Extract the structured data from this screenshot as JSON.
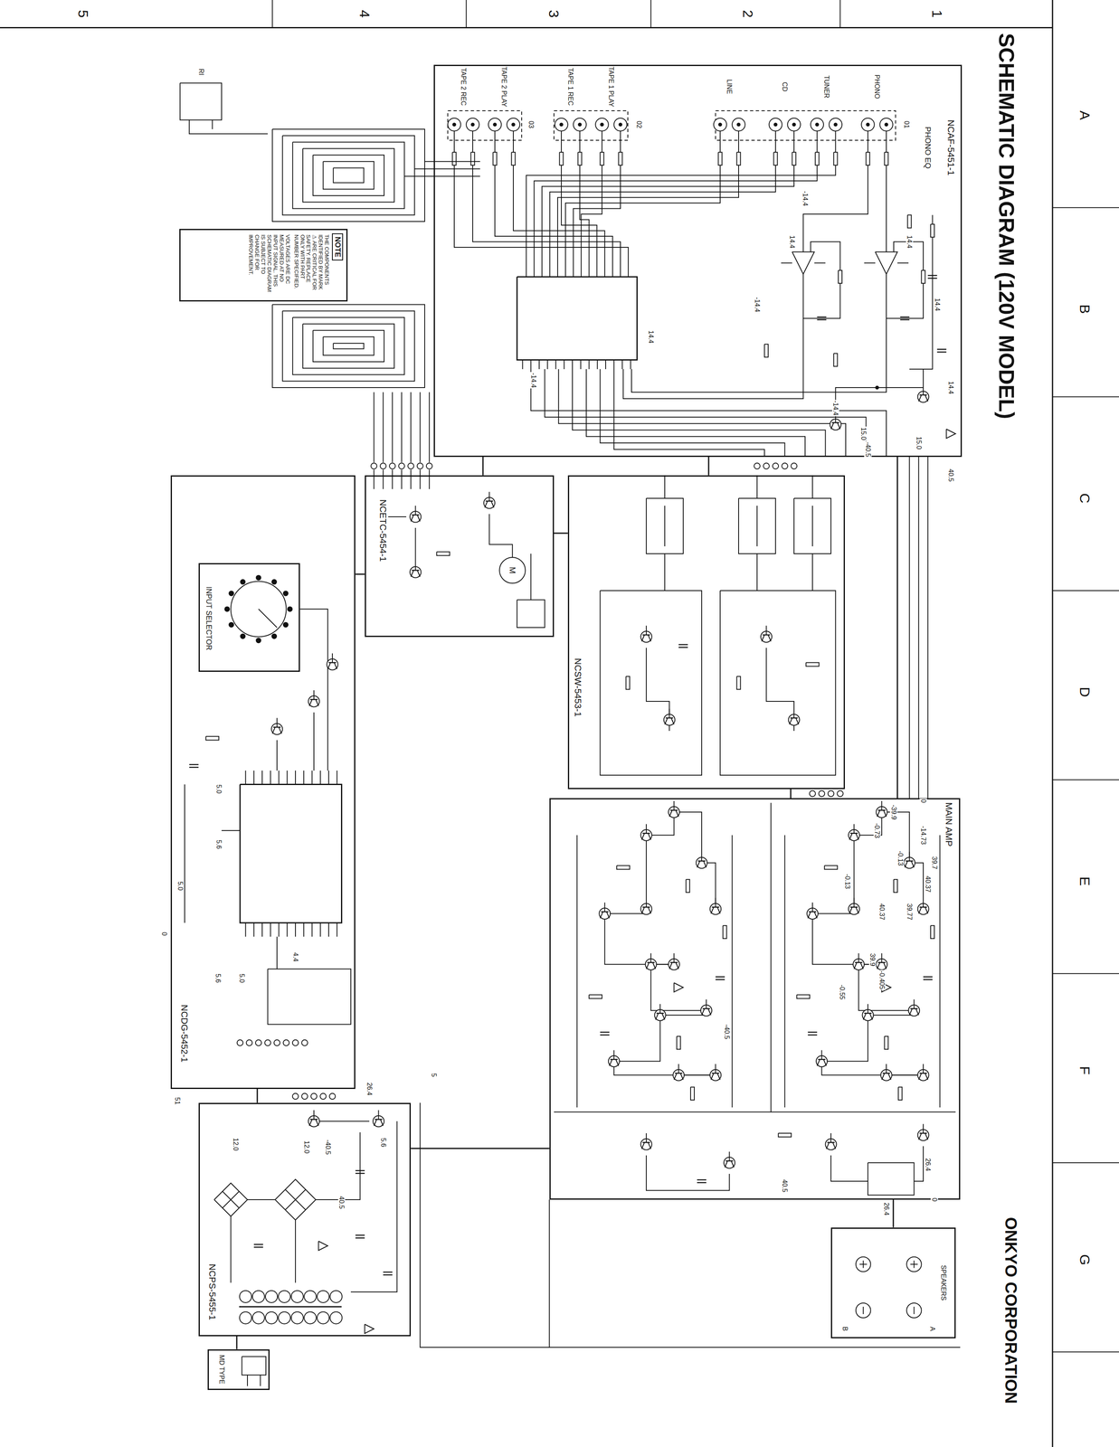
{
  "diagram": {
    "title": "SCHEMATIC DIAGRAM (120V MODEL)",
    "nodes": [
      {
        "text": [
          "NCAF-5451-1",
          "PHONO EQ"
        ]
      },
      {
        "text": [
          "NCSW-5453-1"
        ]
      },
      {
        "text": [
          "NCETC-5454-1"
        ]
      },
      {
        "text": [
          "NCDG-5452-1"
        ]
      },
      {
        "text": [
          "INPUT SELECTOR"
        ],
        "in": 3
      },
      {
        "text": [
          "MAIN AMP"
        ]
      },
      {
        "text": [
          "NCPS-5455-1"
        ]
      },
      {
        "text": [
          "SPEAKERS"
        ]
      },
      {
        "text": [
          "MD TYPE"
        ]
      },
      {
        "text": [
          "NOTE",
          "THE COMPONENTS IDENTIFIED BY MARK ⚠ ARE CRITICAL FOR SAFETY. REPLACE ONLY WITH PART NUMBER SPECIFIED.",
          "VOLTAGES ARE DC MEASURED AT NO INPUT SIGNAL. THIS SCHEMATIC DIAGRAM IS SUBJECT TO CHANGE FOR IMPROVEMENT."
        ]
      }
    ],
    "edges": [
      {
        "from": 0,
        "to": 1,
        "arrow": "none"
      },
      {
        "from": 0,
        "to": 2,
        "arrow": "none"
      },
      {
        "from": 2,
        "to": 1,
        "arrow": "none"
      },
      {
        "from": 2,
        "to": 3,
        "arrow": "none"
      },
      {
        "from": 1,
        "to": 5,
        "arrow": "none"
      },
      {
        "from": 0,
        "to": 5,
        "arrow": "none"
      },
      {
        "from": 6,
        "to": 5,
        "arrow": "none"
      },
      {
        "from": 6,
        "to": 3,
        "arrow": "none"
      },
      {
        "from": 5,
        "to": 7,
        "arrow": "none"
      },
      {
        "from": 8,
        "to": 6,
        "arrow": "none"
      }
    ],
    "labels": [
      "5",
      "4",
      "3",
      "2",
      "1",
      "A",
      "B",
      "C",
      "D",
      "E",
      "F",
      "G",
      "PHONO",
      "TUNER",
      "CD",
      "LINE",
      "TAPE 1 PLAY",
      "TAPE 1 REC",
      "TAPE 2 PLAY",
      "TAPE 2 REC",
      "01",
      "02",
      "03",
      "RI",
      "14.4",
      "-14.4",
      "14.4",
      "14.4",
      "-14.4",
      "14.4",
      "-14.4",
      "14.4",
      "-14.4",
      "40.5",
      "-40.5",
      "15.0",
      "15.0",
      "M",
      "0",
      "-39.9",
      "-14.73",
      "-0.73",
      "-0.13",
      "39.7",
      "40.37",
      "-0.13",
      "39.77",
      "40.37",
      "-0.405",
      "39.9",
      "-0.55",
      "-40.5",
      "26.4",
      "26.4",
      "40.5",
      "0",
      "5",
      "26.4",
      "5.6",
      "-40.5",
      "40.5",
      "12.0",
      "12.0",
      "51",
      "5.0",
      "5.6",
      "5.0",
      "5.0",
      "5.6",
      "0",
      "4.4",
      "A",
      "B",
      "ONKYO CORPORATION"
    ]
  }
}
